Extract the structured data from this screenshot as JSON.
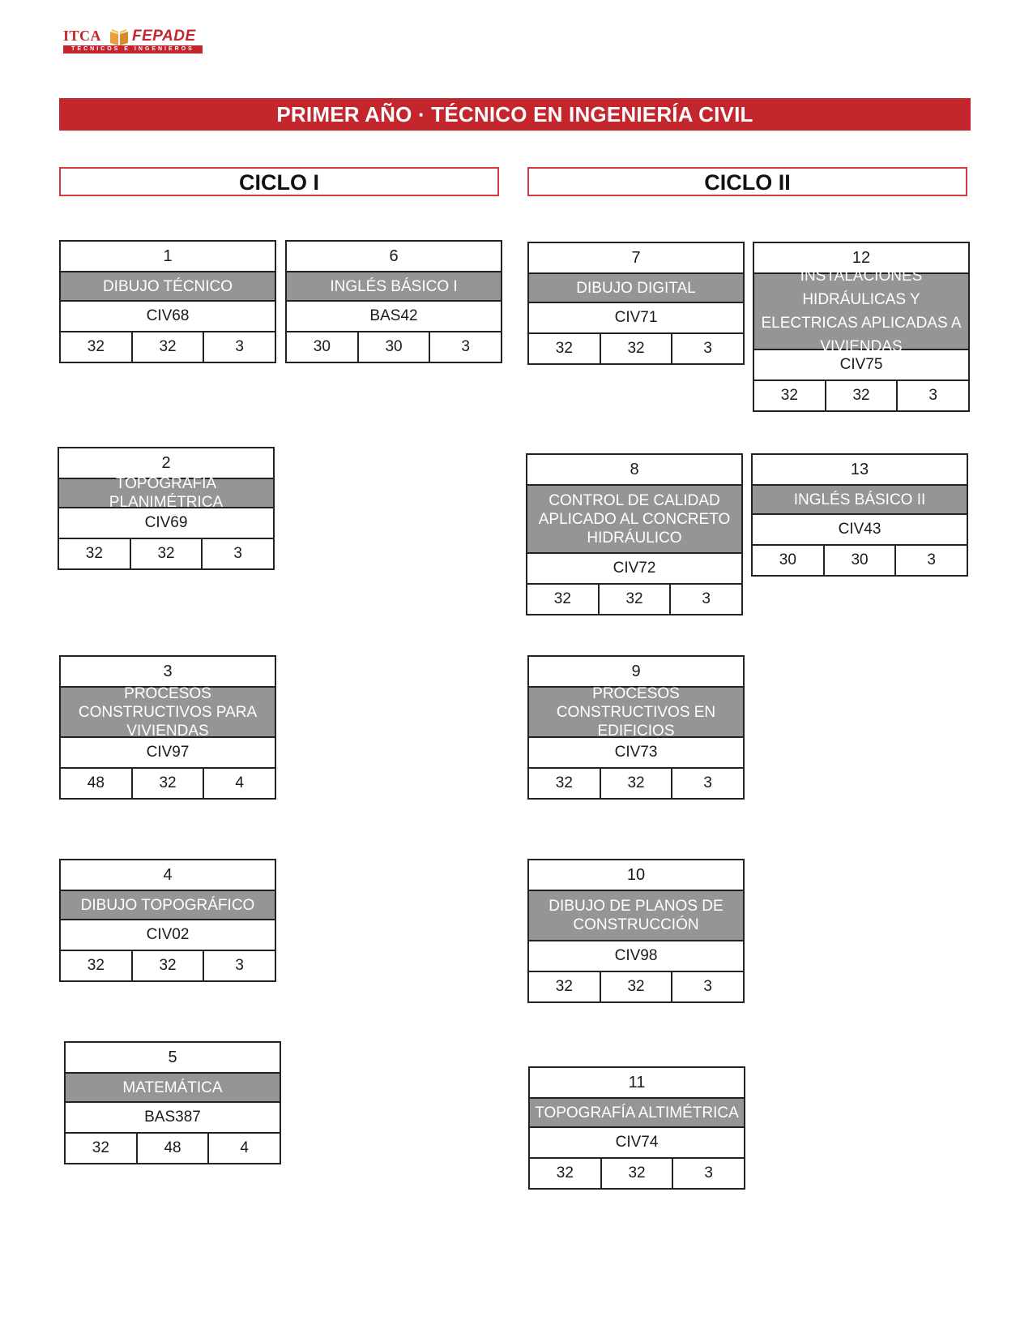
{
  "logo": {
    "left_text": "ITCA",
    "right_text": "FEPADE",
    "tagline": "TÉCNICOS E INGENIEROS",
    "brand_color": "#c4262e",
    "book_color": "#e8a13a"
  },
  "title": "PRIMER AÑO · TÉCNICO EN INGENIERÍA CIVIL",
  "cycles": [
    {
      "label": "CICLO I"
    },
    {
      "label": "CICLO II"
    }
  ],
  "colors": {
    "accent": "#c4262e",
    "cell_gray": "#949597",
    "border": "#222222"
  },
  "courses": [
    {
      "num": "1",
      "name": "DIBUJO TÉCNICO",
      "code": "CIV68",
      "hours": [
        "32",
        "32",
        "3"
      ]
    },
    {
      "num": "2",
      "name": "TOPOGRAFÍA PLANIMÉTRICA",
      "code": "CIV69",
      "hours": [
        "32",
        "32",
        "3"
      ]
    },
    {
      "num": "3",
      "name": "PROCESOS CONSTRUCTIVOS PARA VIVIENDAS",
      "code": "CIV97",
      "hours": [
        "48",
        "32",
        "4"
      ]
    },
    {
      "num": "4",
      "name": "DIBUJO  TOPOGRÁFICO",
      "code": "CIV02",
      "hours": [
        "32",
        "32",
        "3"
      ]
    },
    {
      "num": "5",
      "name": "MATEMÁTICA",
      "code": "BAS387",
      "hours": [
        "32",
        "48",
        "4"
      ]
    },
    {
      "num": "6",
      "name": "INGLÉS BÁSICO I",
      "code": "BAS42",
      "hours": [
        "30",
        "30",
        "3"
      ]
    },
    {
      "num": "7",
      "name": "DIBUJO DIGITAL",
      "code": "CIV71",
      "hours": [
        "32",
        "32",
        "3"
      ]
    },
    {
      "num": "8",
      "name": "CONTROL DE CALIDAD APLICADO AL CONCRETO HIDRÁULICO",
      "code": "CIV72",
      "hours": [
        "32",
        "32",
        "3"
      ]
    },
    {
      "num": "9",
      "name": "PROCESOS CONSTRUCTIVOS EN EDIFICIOS",
      "code": "CIV73",
      "hours": [
        "32",
        "32",
        "3"
      ]
    },
    {
      "num": "10",
      "name": "DIBUJO DE PLANOS DE CONSTRUCCIÓN",
      "code": "CIV98",
      "hours": [
        "32",
        "32",
        "3"
      ]
    },
    {
      "num": "11",
      "name": "TOPOGRAFÍA ALTIMÉTRICA",
      "code": "CIV74",
      "hours": [
        "32",
        "32",
        "3"
      ]
    },
    {
      "num": "12",
      "name": "INSTALACIONES HIDRÁULICAS Y ELECTRICAS APLICADAS A VIVIENDAS",
      "code": "CIV75",
      "hours": [
        "32",
        "32",
        "3"
      ]
    },
    {
      "num": "13",
      "name": "INGLÉS BÁSICO II",
      "code": "CIV43",
      "hours": [
        "30",
        "30",
        "3"
      ]
    }
  ]
}
